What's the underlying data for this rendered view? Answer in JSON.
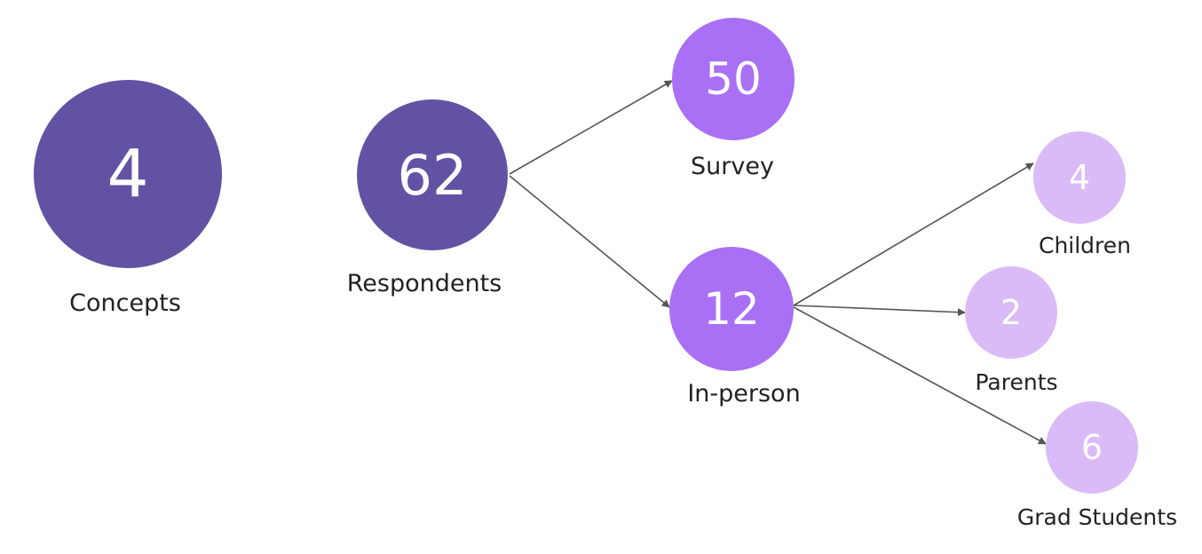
{
  "colors": {
    "primary": "#6352a3",
    "secondary": "#a970f5",
    "tertiary": "#dabbf7",
    "connector": "#555555",
    "label_text": "#222222",
    "node_text": "#ffffff"
  },
  "nodes": {
    "concepts": {
      "value": "4",
      "label": "Concepts"
    },
    "respondents": {
      "value": "62",
      "label": "Respondents"
    },
    "survey": {
      "value": "50",
      "label": "Survey"
    },
    "inperson": {
      "value": "12",
      "label": "In-person"
    },
    "children": {
      "value": "4",
      "label": "Children"
    },
    "parents": {
      "value": "2",
      "label": "Parents"
    },
    "grad": {
      "value": "6",
      "label": "Grad Students"
    }
  },
  "edges": [
    {
      "from": "respondents",
      "to": "survey"
    },
    {
      "from": "respondents",
      "to": "inperson"
    },
    {
      "from": "inperson",
      "to": "children"
    },
    {
      "from": "inperson",
      "to": "parents"
    },
    {
      "from": "inperson",
      "to": "grad"
    }
  ]
}
